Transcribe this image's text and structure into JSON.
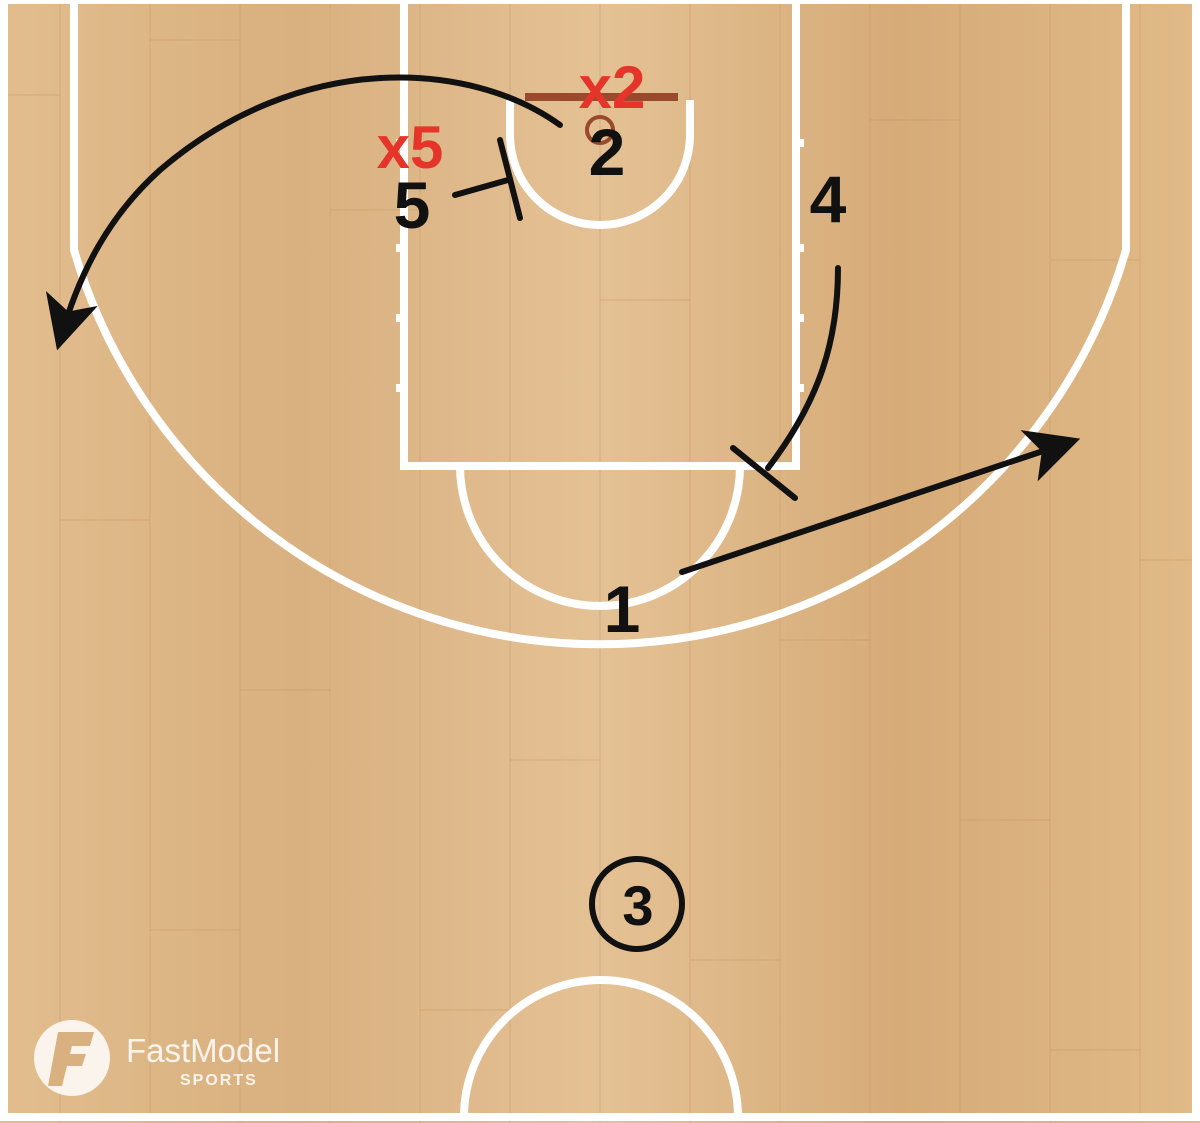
{
  "court": {
    "floor_color": "#deb887",
    "floor_dark": "#cfa06c",
    "line_color": "#ffffff"
  },
  "offense": {
    "player_1": "1",
    "player_2": "2",
    "player_3": "3",
    "player_4": "4",
    "player_5": "5"
  },
  "defense": {
    "defender_x2": "x2",
    "defender_x5": "x5",
    "color": "#e5352a"
  },
  "symbols": {
    "ink_color": "#111111",
    "player_3_marker": "circled player (ball handler)",
    "movements": [
      "cut-arrow",
      "screen-bar",
      "dribble-arrow"
    ]
  },
  "branding": {
    "logo_name": "FastModel",
    "logo_sub": "SPORTS",
    "logo_icon": "fastmodel-f-icon"
  }
}
